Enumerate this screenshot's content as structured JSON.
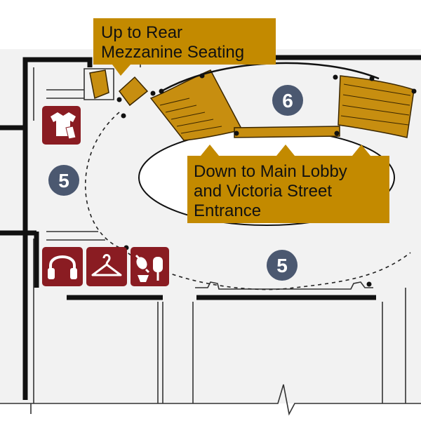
{
  "map": {
    "colors": {
      "background": "#ffffff",
      "floor": "#f2f2f2",
      "wall": "#111111",
      "callout": "#c38a00",
      "seating": "#c78e10",
      "zone_badge": "#4b5870",
      "amenity": "#8a1c22"
    },
    "callouts": {
      "up_to_rear": {
        "line1": "Up to Rear",
        "line2": "Mezzanine Seating"
      },
      "down_to_main": {
        "line1": "Down to Main Lobby",
        "line2": "and Victoria Street",
        "line3": "Entrance"
      }
    },
    "zones": {
      "left": "5",
      "top": "6",
      "bottom": "5"
    },
    "amenities": [
      {
        "icon": "tshirt-merchandise-icon"
      },
      {
        "icon": "headphones-assisted-listening-icon"
      },
      {
        "icon": "coat-hanger-coat-check-icon"
      },
      {
        "icon": "candy-icecream-concessions-icon"
      }
    ]
  }
}
